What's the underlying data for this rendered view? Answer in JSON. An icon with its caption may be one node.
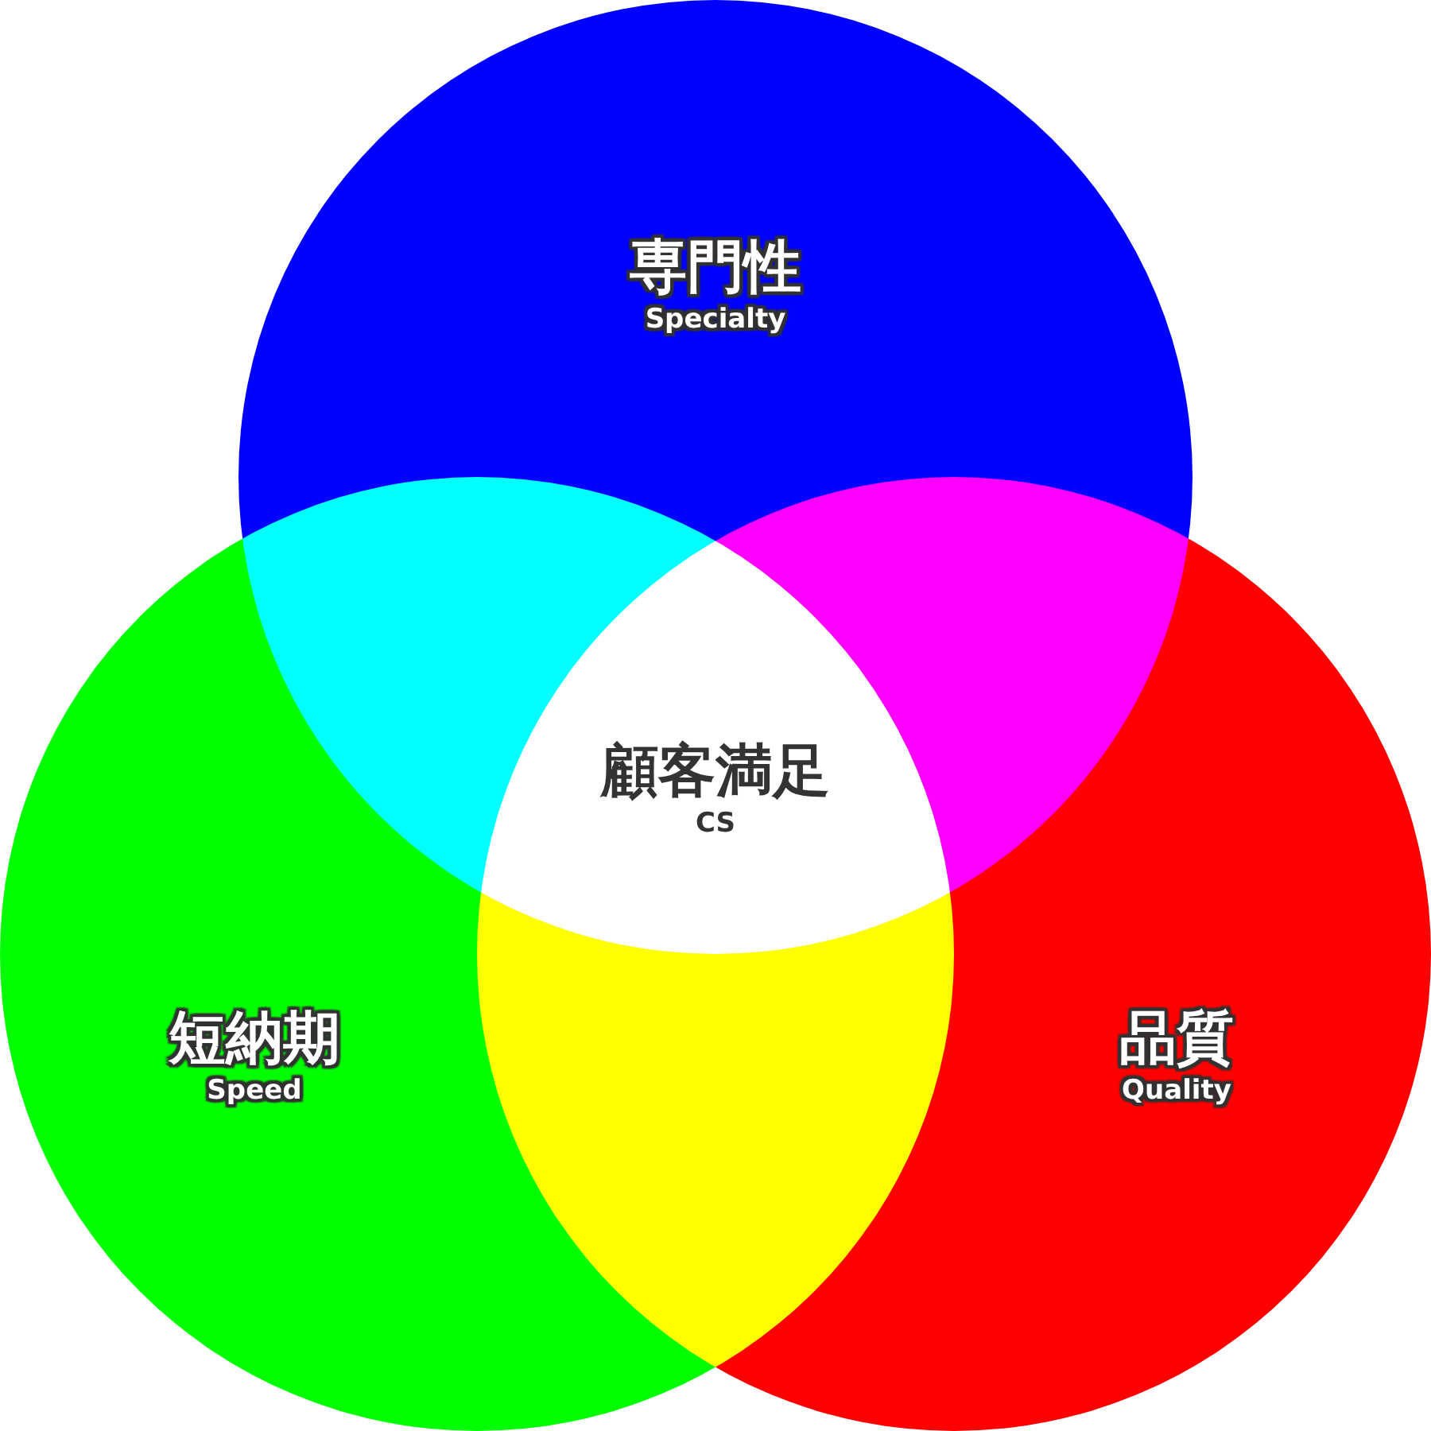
{
  "diagram": {
    "nodes": [
      {
        "text": [
          "専門性",
          "Specialty"
        ]
      },
      {
        "text": [
          "短納期",
          "Speed"
        ]
      },
      {
        "text": [
          "品質",
          "Quality"
        ]
      },
      {
        "text": [
          "顧客満足",
          "CS"
        ]
      }
    ]
  }
}
